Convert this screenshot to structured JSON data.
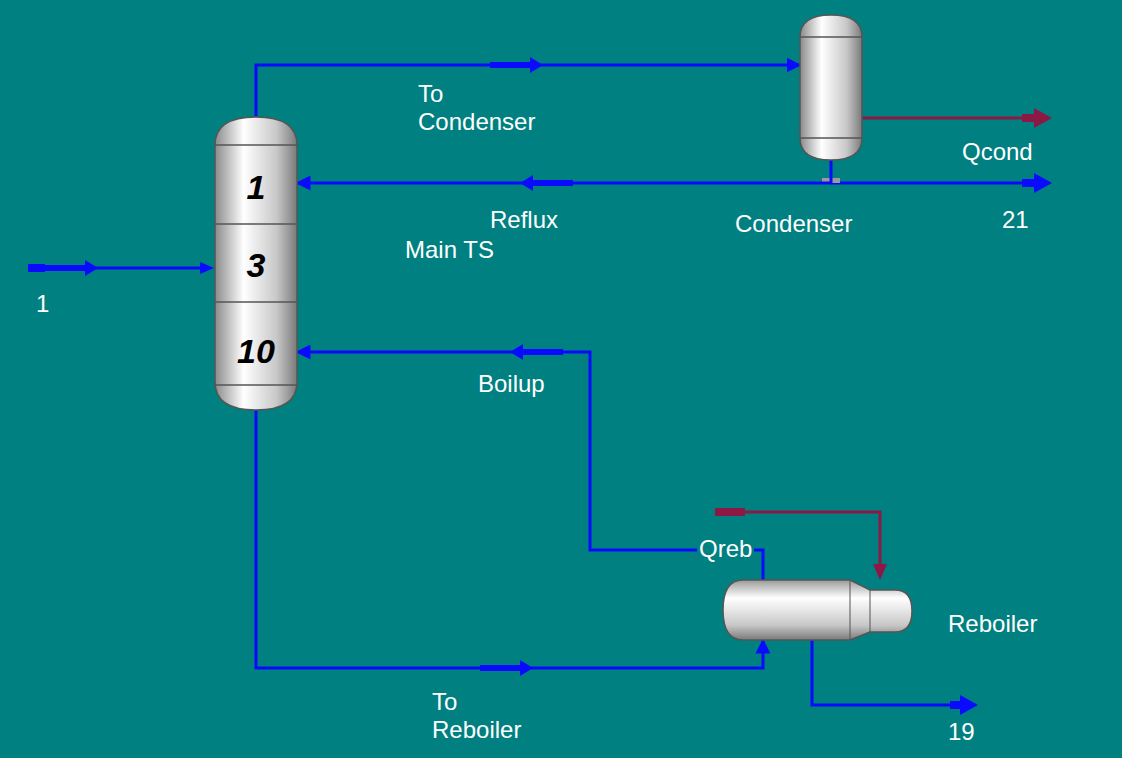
{
  "diagram": {
    "nodes": [
      {
        "text": [
          "1",
          "3",
          "10"
        ]
      },
      {
        "text": [
          "Condenser"
        ]
      },
      {
        "text": [
          "Reboiler"
        ]
      }
    ],
    "edges": [
      {
        "from": 0,
        "to": 1,
        "arrow": "to",
        "label": "To Condenser"
      },
      {
        "from": 1,
        "to": 0,
        "arrow": "to",
        "label": "Reflux"
      },
      {
        "from": 0,
        "to": 2,
        "arrow": "to",
        "label": "To Reboiler"
      },
      {
        "from": 2,
        "to": 0,
        "arrow": "to",
        "label": "Boilup"
      }
    ],
    "labels": [
      "1",
      "Main TS",
      "Qcond",
      "21",
      "Qreb",
      "19"
    ]
  }
}
